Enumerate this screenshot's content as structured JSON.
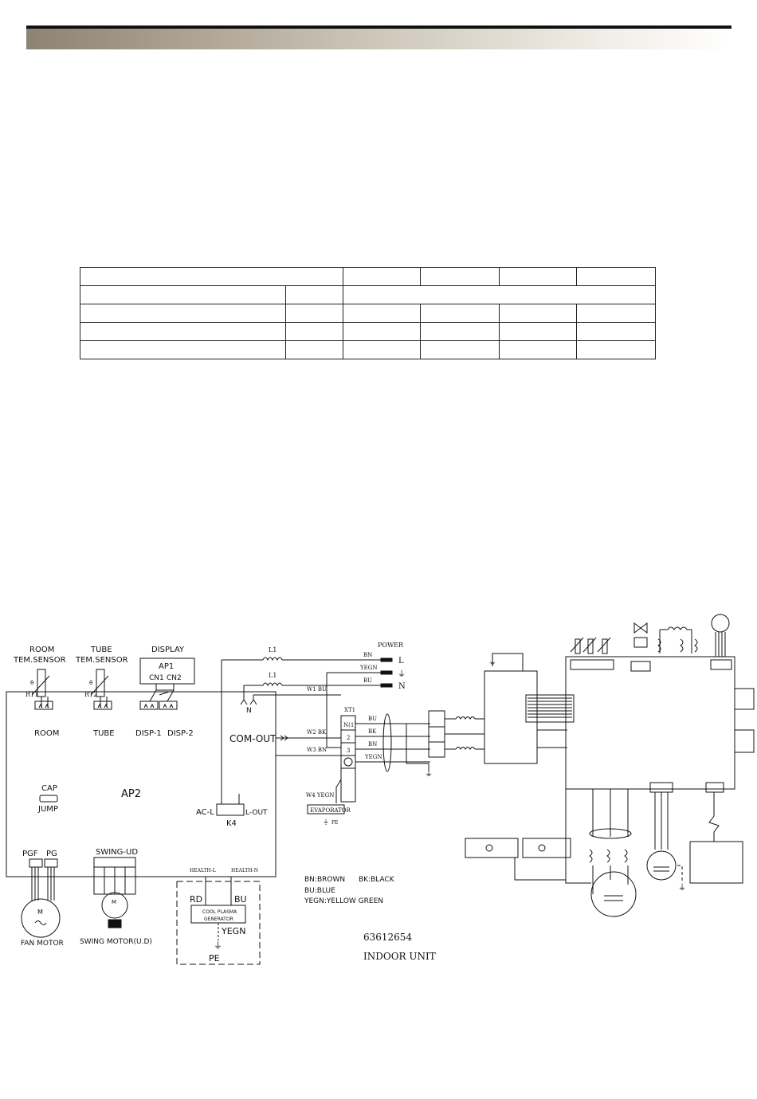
{
  "diagram": {
    "part_number": "63612654",
    "unit_label": "INDOOR UNIT",
    "board_main": "AP2",
    "labels": {
      "room_sensor_1": "ROOM",
      "room_sensor_2": "TEM.SENSOR",
      "tube_sensor_1": "TUBE",
      "tube_sensor_2": "TEM.SENSOR",
      "display": "DISPLAY",
      "ap1": "AP1",
      "cn1": "CN1",
      "cn2": "CN2",
      "theta1": "θ",
      "theta2": "θ",
      "rt1": "RT1",
      "rt2": "RT2",
      "room_conn": "ROOM",
      "tube_conn": "TUBE",
      "disp1": "DISP-1",
      "disp2": "DISP-2",
      "l1_top": "L1",
      "l1_bottom": "L1",
      "power": "POWER",
      "bn": "BN",
      "yegn": "YEGN",
      "bu": "BU",
      "l": "L",
      "earth": "⏚",
      "n": "N",
      "n_board": "N",
      "com_out": "COM-OUT",
      "cap": "CAP",
      "jump": "JUMP",
      "ac_l": "AC-L",
      "k4": "K4",
      "l_out": "L-OUT",
      "xt1": "XT1",
      "w1": "W1 BU",
      "w2": "W2 BK",
      "w3": "W3 BN",
      "w4": "W4 YEGN",
      "term_n1": "N(1)",
      "term_2": "2",
      "term_3": "3",
      "term_bu": "BU",
      "term_bk": "BK",
      "term_bn": "BN",
      "term_yegn": "YEGN",
      "evaporator": "EVAPORATOR",
      "pe_small": "PE",
      "pgf": "PGF",
      "pg": "PG",
      "swing_ud": "SWING-UD",
      "m1": "M",
      "m2": "M",
      "fan_motor": "FAN MOTOR",
      "swing_motor": "SWING MOTOR(U.D)",
      "health_l": "HEALTH-L",
      "health_n": "HEALTH-N",
      "rd": "RD",
      "bu2": "BU",
      "cool_plasma_1": "COOL PLASMA",
      "cool_plasma_2": "GENERATOR",
      "yegn2": "YEGN",
      "pe": "PE"
    },
    "legend": {
      "bn": "BN:BROWN",
      "bk": "BK:BLACK",
      "bu": "BU:BLUE",
      "yegn": "YEGN:YELLOW GREEN"
    }
  },
  "colors": {
    "ink": "#111111",
    "header_gradient_start": "#8d8374"
  }
}
